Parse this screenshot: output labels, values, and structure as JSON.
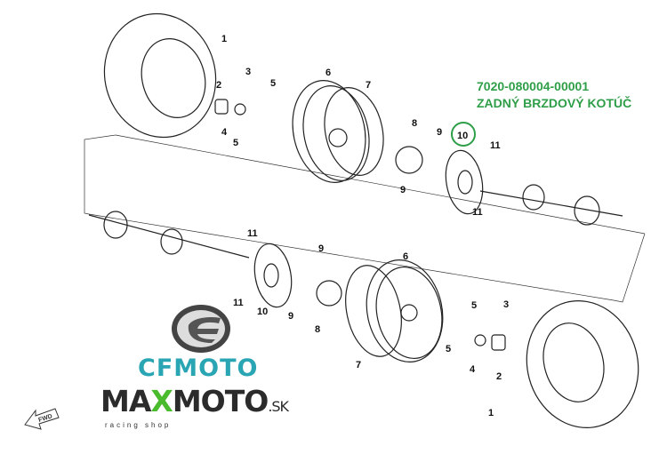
{
  "part_info": {
    "number": "7020-080004-00001",
    "name": "ZADNÝ BRZDOVÝ KOTÚČ",
    "highlight_color": "#2f9e48"
  },
  "brand": {
    "logo_text": "CFMOTO",
    "shop_name_a": "MA",
    "shop_name_x": "X",
    "shop_name_b": "MOTO",
    "shop_tld": ".SK",
    "shop_tagline": "racing shop"
  },
  "direction_marker": "FWD",
  "callouts": {
    "tire": "1",
    "hub_cap": "2",
    "cotter_pin": "3",
    "nut": "4",
    "wheel_nut": "5",
    "valve": "6",
    "rim": "7",
    "hub": "8",
    "bolt": "9",
    "brake_disc": "10",
    "disc_bolt": "11"
  }
}
